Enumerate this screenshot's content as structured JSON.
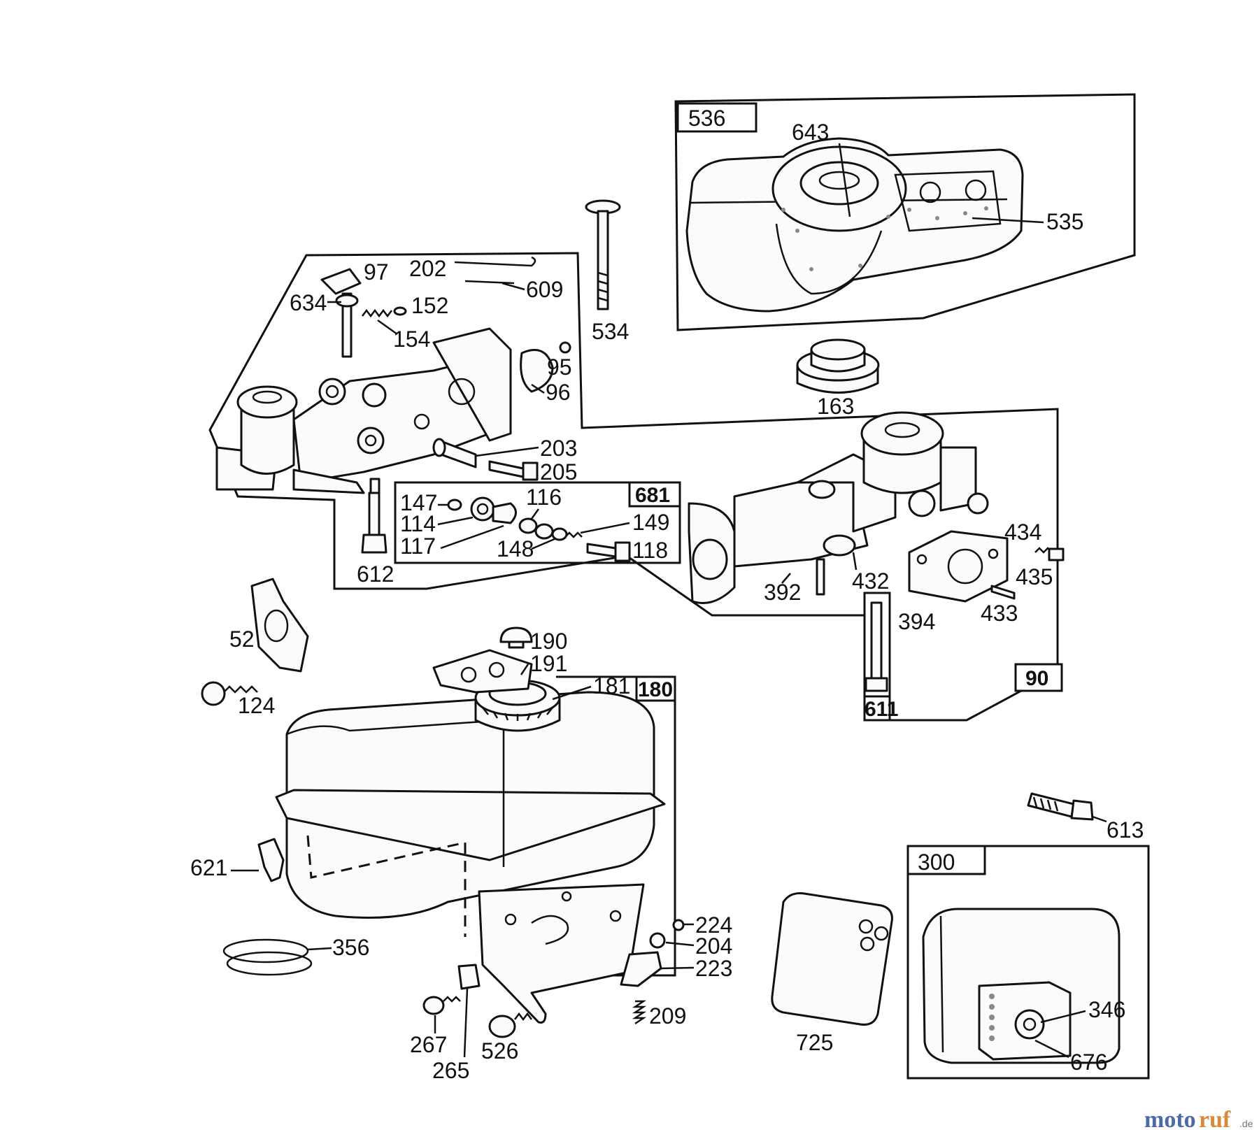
{
  "group_labels": {
    "air_cleaner": "536",
    "carburetor_upper": "681",
    "carburetor_lower": "90",
    "fuel_tank": "180",
    "muffler": "300",
    "screw_box": "611"
  },
  "callouts": {
    "p643": "643",
    "p535": "535",
    "p534": "534",
    "p163": "163",
    "p97": "97",
    "p202": "202",
    "p609": "609",
    "p634": "634",
    "p152": "152",
    "p154": "154",
    "p95": "95",
    "p96": "96",
    "p203": "203",
    "p205": "205",
    "p612": "612",
    "p147": "147",
    "p114": "114",
    "p117": "117",
    "p116": "116",
    "p149": "149",
    "p148": "148",
    "p118": "118",
    "p434": "434",
    "p435": "435",
    "p433": "433",
    "p394": "394",
    "p392": "392",
    "p432": "432",
    "p52": "52",
    "p124": "124",
    "p190": "190",
    "p191": "191",
    "p181": "181",
    "p613": "613",
    "p621": "621",
    "p356": "356",
    "p224": "224",
    "p204": "204",
    "p223": "223",
    "p209": "209",
    "p267": "267",
    "p265": "265",
    "p526": "526",
    "p725": "725",
    "p346": "346",
    "p676": "676"
  },
  "watermark": {
    "part1": "moto",
    "part2": "ruf",
    "suffix": ".de"
  }
}
